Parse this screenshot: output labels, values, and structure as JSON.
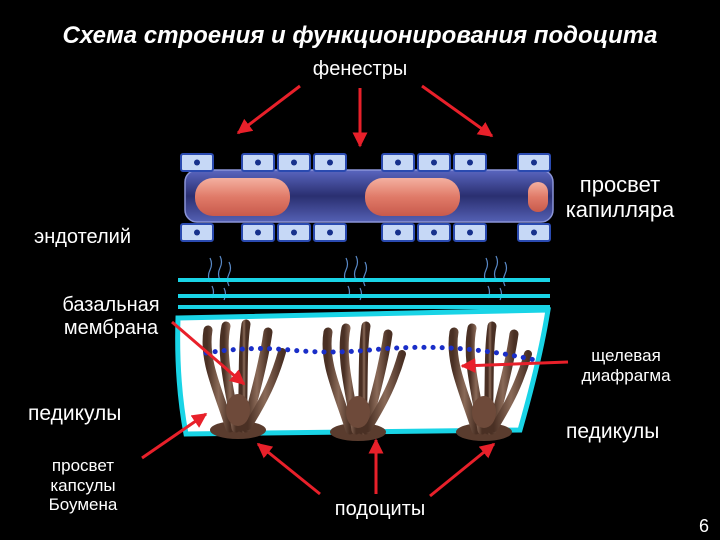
{
  "title": "Схема строения и функционирования подоцита",
  "labels": {
    "fenestry": "фенестры",
    "endothelium": "эндотелий",
    "capillary_lumen": [
      "просвет",
      "капилляра"
    ],
    "basal_membrane": [
      "базальная",
      "мембрана"
    ],
    "slit_diaphragm": [
      "щелевая",
      "диафрагма"
    ],
    "pedicles_left": "педикулы",
    "pedicles_right": "педикулы",
    "capsule_lumen": [
      "просвет",
      "капсулы",
      "Боумена"
    ],
    "podocytes": "подоциты"
  },
  "slide_number": "6",
  "colors": {
    "background": "#000000",
    "arrow": "#e8202a",
    "membrane": "#19d4e6",
    "capsule_fill": "#ffffff",
    "cell_box": "#c6d8f6",
    "cell_nucleus": "#17318c",
    "erythrocyte": "#e89080",
    "capillary": "#404a9a",
    "podocyte": "#6e4a3a",
    "slit_diaphragm_dots": "#1a2ec8"
  }
}
